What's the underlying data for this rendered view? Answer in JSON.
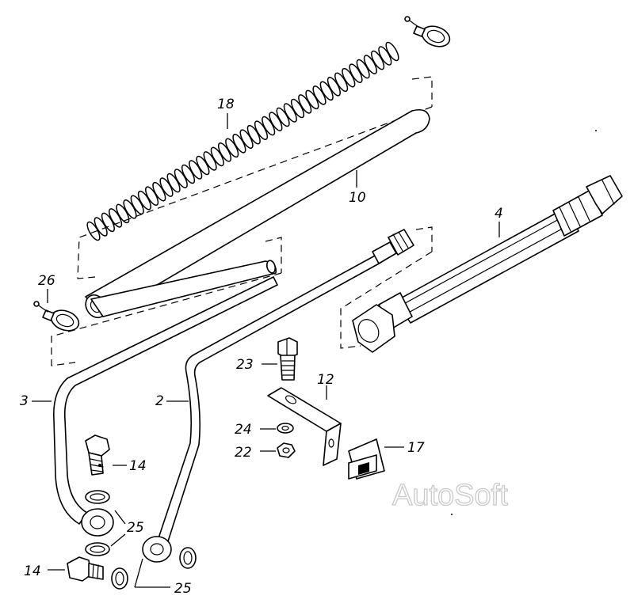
{
  "watermark": "AutoSoft",
  "callouts": [
    {
      "id": "c18",
      "text": "18"
    },
    {
      "id": "c10",
      "text": "10"
    },
    {
      "id": "c4",
      "text": "4"
    },
    {
      "id": "c26",
      "text": "26"
    },
    {
      "id": "c3",
      "text": "3"
    },
    {
      "id": "c2",
      "text": "2"
    },
    {
      "id": "c23",
      "text": "23"
    },
    {
      "id": "c12",
      "text": "12"
    },
    {
      "id": "c24",
      "text": "24"
    },
    {
      "id": "c22",
      "text": "22"
    },
    {
      "id": "c17",
      "text": "17"
    },
    {
      "id": "c14a",
      "text": "14"
    },
    {
      "id": "c25a",
      "text": "25"
    },
    {
      "id": "c14b",
      "text": "14"
    },
    {
      "id": "c25b",
      "text": "25"
    }
  ],
  "colors": {
    "line": "#000000",
    "background": "#ffffff",
    "watermark": "#c9c9c9"
  }
}
